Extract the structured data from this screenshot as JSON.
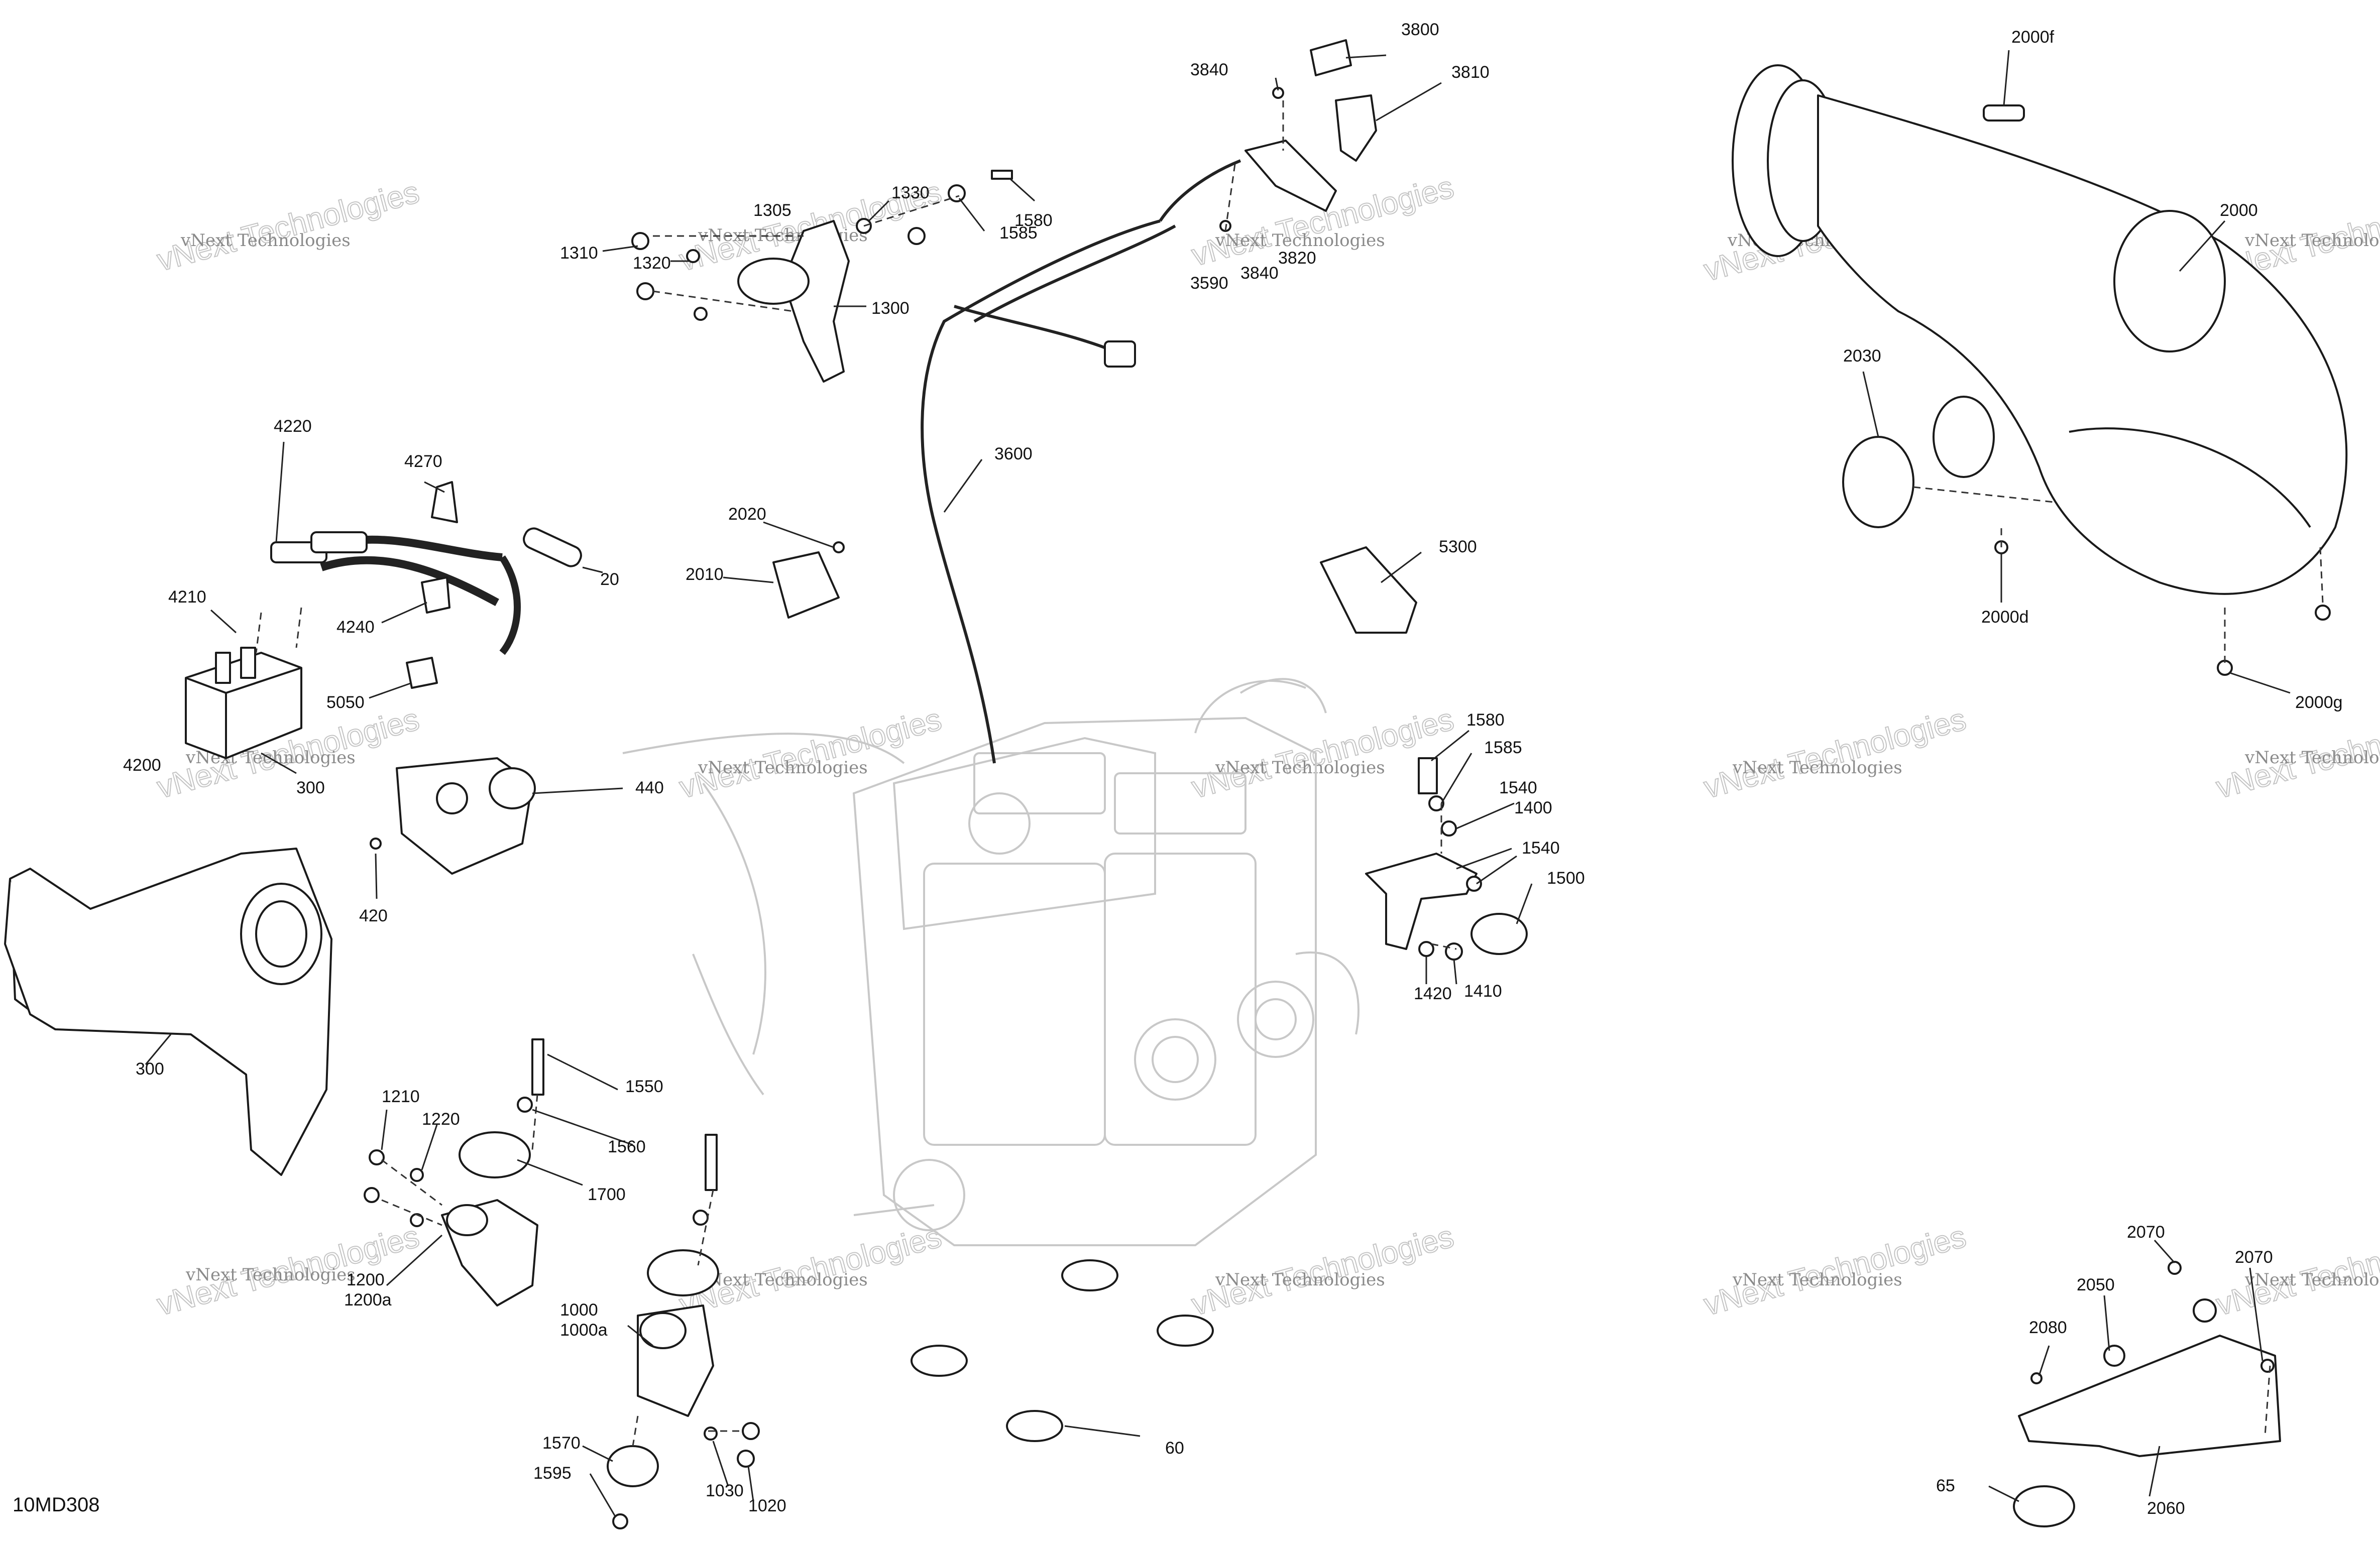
{
  "diagram_id": "10MD308",
  "watermark_text": "vNext Technologies",
  "callouts": {
    "c20": "20",
    "c60": "60",
    "c65": "65",
    "c300a": "300",
    "c300b": "300",
    "c420": "420",
    "c440": "440",
    "c1000": "1000",
    "c1000a": "1000a",
    "c1020": "1020",
    "c1030": "1030",
    "c1200": "1200",
    "c1200a": "1200a",
    "c1210": "1210",
    "c1220": "1220",
    "c1300": "1300",
    "c1305": "1305",
    "c1310": "1310",
    "c1320": "1320",
    "c1330": "1330",
    "c1400": "1400",
    "c1410": "1410",
    "c1420": "1420",
    "c1500": "1500",
    "c1540a": "1540",
    "c1540b": "1540",
    "c1550": "1550",
    "c1560": "1560",
    "c1570": "1570",
    "c1580a": "1580",
    "c1580b": "1580",
    "c1585a": "1585",
    "c1585b": "1585",
    "c1595": "1595",
    "c1700": "1700",
    "c2000": "2000",
    "c2000d": "2000d",
    "c2000f": "2000f",
    "c2000g": "2000g",
    "c2010": "2010",
    "c2020": "2020",
    "c2030": "2030",
    "c2050": "2050",
    "c2060": "2060",
    "c2070a": "2070",
    "c2070b": "2070",
    "c2080": "2080",
    "c3590": "3590",
    "c3600": "3600",
    "c3800": "3800",
    "c3810": "3810",
    "c3820": "3820",
    "c3840a": "3840",
    "c3840b": "3840",
    "c4200": "4200",
    "c4210": "4210",
    "c4220": "4220",
    "c4240": "4240",
    "c4270": "4270",
    "c5050": "5050",
    "c5300": "5300"
  },
  "colors": {
    "line": "#1a1a1a",
    "ghost_engine": "#c8c8c8",
    "watermark": "#b5b5b5"
  }
}
